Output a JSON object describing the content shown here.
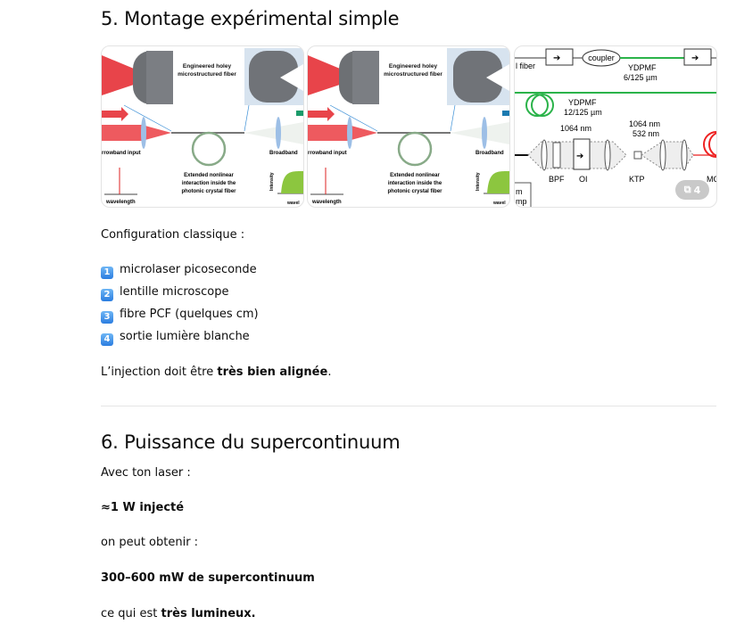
{
  "section5": {
    "title": "5. Montage expérimental simple",
    "images": [
      {
        "labels": {
          "fiber": "Engineered holey microstructured fiber",
          "input": "rrowband input",
          "output": "Broadband",
          "nonlinear1": "Extended nonlinear",
          "nonlinear2": "interaction inside the",
          "nonlinear3": "photonic crystal fiber",
          "xaxis": "wavelength",
          "yaxis": "Intensity",
          "xaxis2": "wavel"
        }
      },
      {
        "labels": {
          "fiber": "Engineered holey microstructured fiber",
          "input": "rrowband input",
          "output": "Broadband",
          "nonlinear1": "Extended nonlinear",
          "nonlinear2": "interaction inside the",
          "nonlinear3": "photonic crystal fiber",
          "xaxis": "wavelength",
          "yaxis": "Intensity",
          "xaxis2": "wavel"
        }
      },
      {
        "labels": {
          "fiber": "l fiber",
          "coupler": "coupler",
          "ydpmf1": "YDPMF",
          "ydpmf1_size": "6/125 µm",
          "ydpmf2": "YDPMF",
          "ydpmf2_size": "12/125 µm",
          "wl1": "1064 nm",
          "wl2": "1064 nm",
          "wl3": "532 nm",
          "bpf": "BPF",
          "oi": "OI",
          "ktp": "KTP",
          "mc": "MC",
          "m": "m",
          "mp": "mp"
        }
      }
    ],
    "more_images_count": "4",
    "intro": "Configuration classique :",
    "list": [
      {
        "num": "1",
        "text": "microlaser picoseconde"
      },
      {
        "num": "2",
        "text": "lentille microscope"
      },
      {
        "num": "3",
        "text": "fibre PCF (quelques cm)"
      },
      {
        "num": "4",
        "text": "sortie lumière blanche"
      }
    ],
    "note_prefix": "L’injection doit être ",
    "note_bold": "très bien alignée",
    "note_suffix": "."
  },
  "section6": {
    "title": "6. Puissance du supercontinuum",
    "p1": "Avec ton laser :",
    "p2": "≈1 W injecté",
    "p3": "on peut obtenir :",
    "p4": "300–600 mW de supercontinuum",
    "p5_prefix": "ce qui est ",
    "p5_bold": "très lumineux."
  }
}
